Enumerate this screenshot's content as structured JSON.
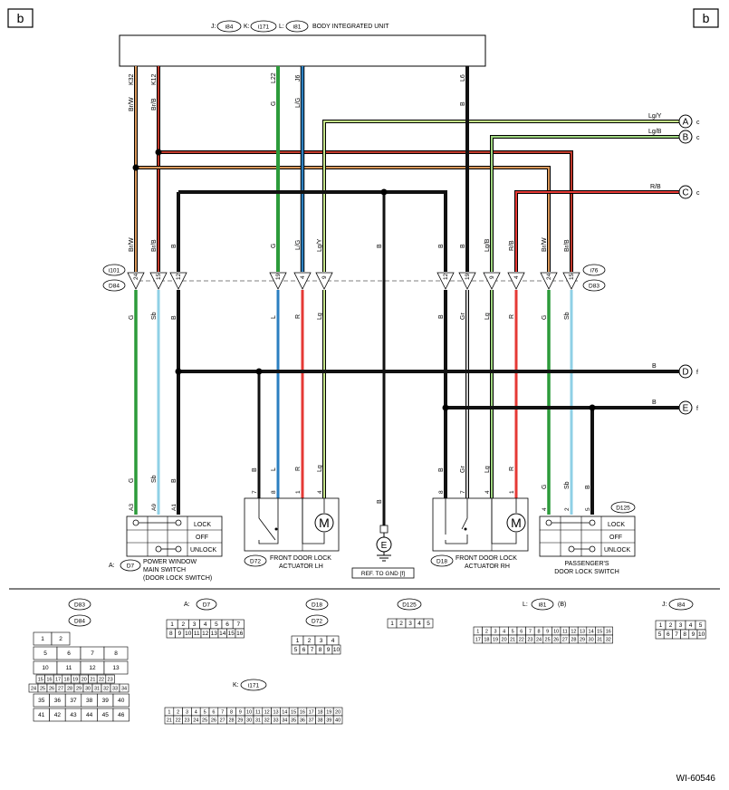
{
  "page": {
    "corner_label": "b",
    "figure_id": "WI-60546"
  },
  "biu": {
    "title": "BODY INTEGRATED UNIT",
    "j_prefix": "J:",
    "j_conn": "i84",
    "k_prefix": "K:",
    "k_conn": "i171",
    "l_prefix": "L:",
    "l_conn": "i81"
  },
  "biu_pins": {
    "k32": "K32",
    "k12": "K12",
    "l22": "L22",
    "j6": "J6",
    "l6": "L6"
  },
  "wire_colors": {
    "brw": "Br/W",
    "brb": "Br/B",
    "g": "G",
    "lg": "L/G",
    "b": "B",
    "lgy": "Lg/Y",
    "lgb": "Lg/B",
    "rb": "R/B",
    "sb": "Sb",
    "l": "L",
    "r": "R",
    "lgn": "Lg",
    "gr": "Gr"
  },
  "connectors": {
    "i101": "i101",
    "d84": "D84",
    "i76": "i76",
    "d83": "D83",
    "d7": "D7",
    "d72": "D72",
    "d18": "D18",
    "d125": "D125"
  },
  "pins": {
    "p24": "24",
    "p15": "15",
    "p12": "12",
    "p19": "19",
    "p4": "4",
    "p9": "9",
    "a3": "A3",
    "a9": "A9",
    "a1": "A1",
    "p7": "7",
    "p8": "8",
    "p1": "1",
    "p2": "2",
    "p5": "5"
  },
  "terminals": {
    "a": "A",
    "b": "B",
    "c": "C",
    "d": "D",
    "e": "E",
    "c_suffix": "c",
    "f_suffix": "f"
  },
  "switch": {
    "lock": "LOCK",
    "off": "OFF",
    "unlock": "UNLOCK"
  },
  "components": {
    "main_switch_prefix": "A:",
    "main_switch_l1": "POWER WINDOW",
    "main_switch_l2": "MAIN SWITCH",
    "main_switch_l3": "(DOOR LOCK SWITCH)",
    "lh_l1": "FRONT DOOR LOCK",
    "lh_l2": "ACTUATOR LH",
    "rh_l1": "FRONT DOOR LOCK",
    "rh_l2": "ACTUATOR RH",
    "pass_l1": "PASSENGER'S",
    "pass_l2": "DOOR LOCK SWITCH",
    "motor": "M",
    "ground": "E",
    "ref_gnd": "REF. TO GND [f]"
  },
  "legend": {
    "a_prefix": "A:",
    "l_prefix": "L:",
    "l_suffix": "(B)",
    "j_prefix": "J:",
    "k_prefix": "K:",
    "d83_rows": [
      [
        "1",
        "2"
      ],
      [
        "5",
        "6",
        "7",
        "8"
      ],
      [
        "10",
        "11",
        "12",
        "13"
      ],
      [
        "15",
        "16",
        "17",
        "18",
        "19",
        "20",
        "21",
        "22",
        "23"
      ],
      [
        "24",
        "25",
        "26",
        "27",
        "28",
        "29",
        "30",
        "31",
        "32",
        "33",
        "34"
      ],
      [
        "35",
        "36",
        "37",
        "38",
        "39",
        "40"
      ],
      [
        "41",
        "42",
        "43",
        "44",
        "45",
        "46"
      ]
    ],
    "d7_rows": [
      [
        "1",
        "2",
        "3",
        "4",
        "5",
        "6",
        "7"
      ],
      [
        "8",
        "9",
        "10",
        "11",
        "12",
        "13",
        "14",
        "15",
        "16"
      ]
    ],
    "d18_rows": [
      [
        "1",
        "2",
        "3",
        "4"
      ],
      [
        "5",
        "6",
        "7",
        "8"
      ]
    ],
    "d72_rows": [
      [
        "1",
        "2",
        "3",
        "4"
      ],
      [
        "5",
        "6",
        "7",
        "8",
        "9",
        "10"
      ]
    ],
    "d125_rows": [
      [
        "1",
        "2",
        "3",
        "4",
        "5"
      ]
    ],
    "i81_rows": [
      [
        "1",
        "2",
        "3",
        "4",
        "5",
        "6",
        "7",
        "8",
        "9",
        "10",
        "11",
        "12",
        "13",
        "14",
        "15",
        "16"
      ],
      [
        "17",
        "18",
        "19",
        "20",
        "21",
        "22",
        "23",
        "24",
        "25",
        "26",
        "27",
        "28",
        "29",
        "30",
        "31",
        "32"
      ]
    ],
    "i84_rows": [
      [
        "1",
        "2",
        "3",
        "4",
        "5"
      ],
      [
        "5",
        "6",
        "7",
        "8",
        "9",
        "10"
      ]
    ],
    "i171_rows": [
      [
        "1",
        "2",
        "3",
        "4",
        "5",
        "6",
        "7",
        "8",
        "9",
        "10",
        "11",
        "12",
        "13",
        "14",
        "15",
        "16",
        "17",
        "18",
        "19",
        "20"
      ],
      [
        "21",
        "22",
        "23",
        "24",
        "25",
        "26",
        "27",
        "28",
        "29",
        "30",
        "31",
        "32",
        "33",
        "34",
        "35",
        "36",
        "37",
        "38",
        "39",
        "40"
      ]
    ]
  }
}
